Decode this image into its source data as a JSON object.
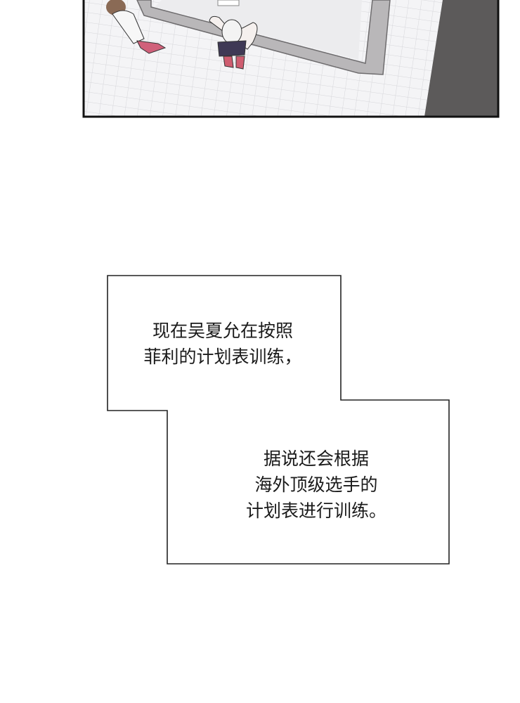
{
  "panel": {
    "scene": "overhead-gym",
    "colors": {
      "floor": "#f3f3f5",
      "border": "#111111",
      "dark": "#5a5858"
    }
  },
  "bubble1": {
    "lines": [
      "现在吴夏允在按照",
      "菲利的计划表训练，"
    ]
  },
  "bubble2": {
    "lines": [
      "据说还会根据",
      "海外顶级选手的",
      "计划表进行训练。"
    ]
  }
}
